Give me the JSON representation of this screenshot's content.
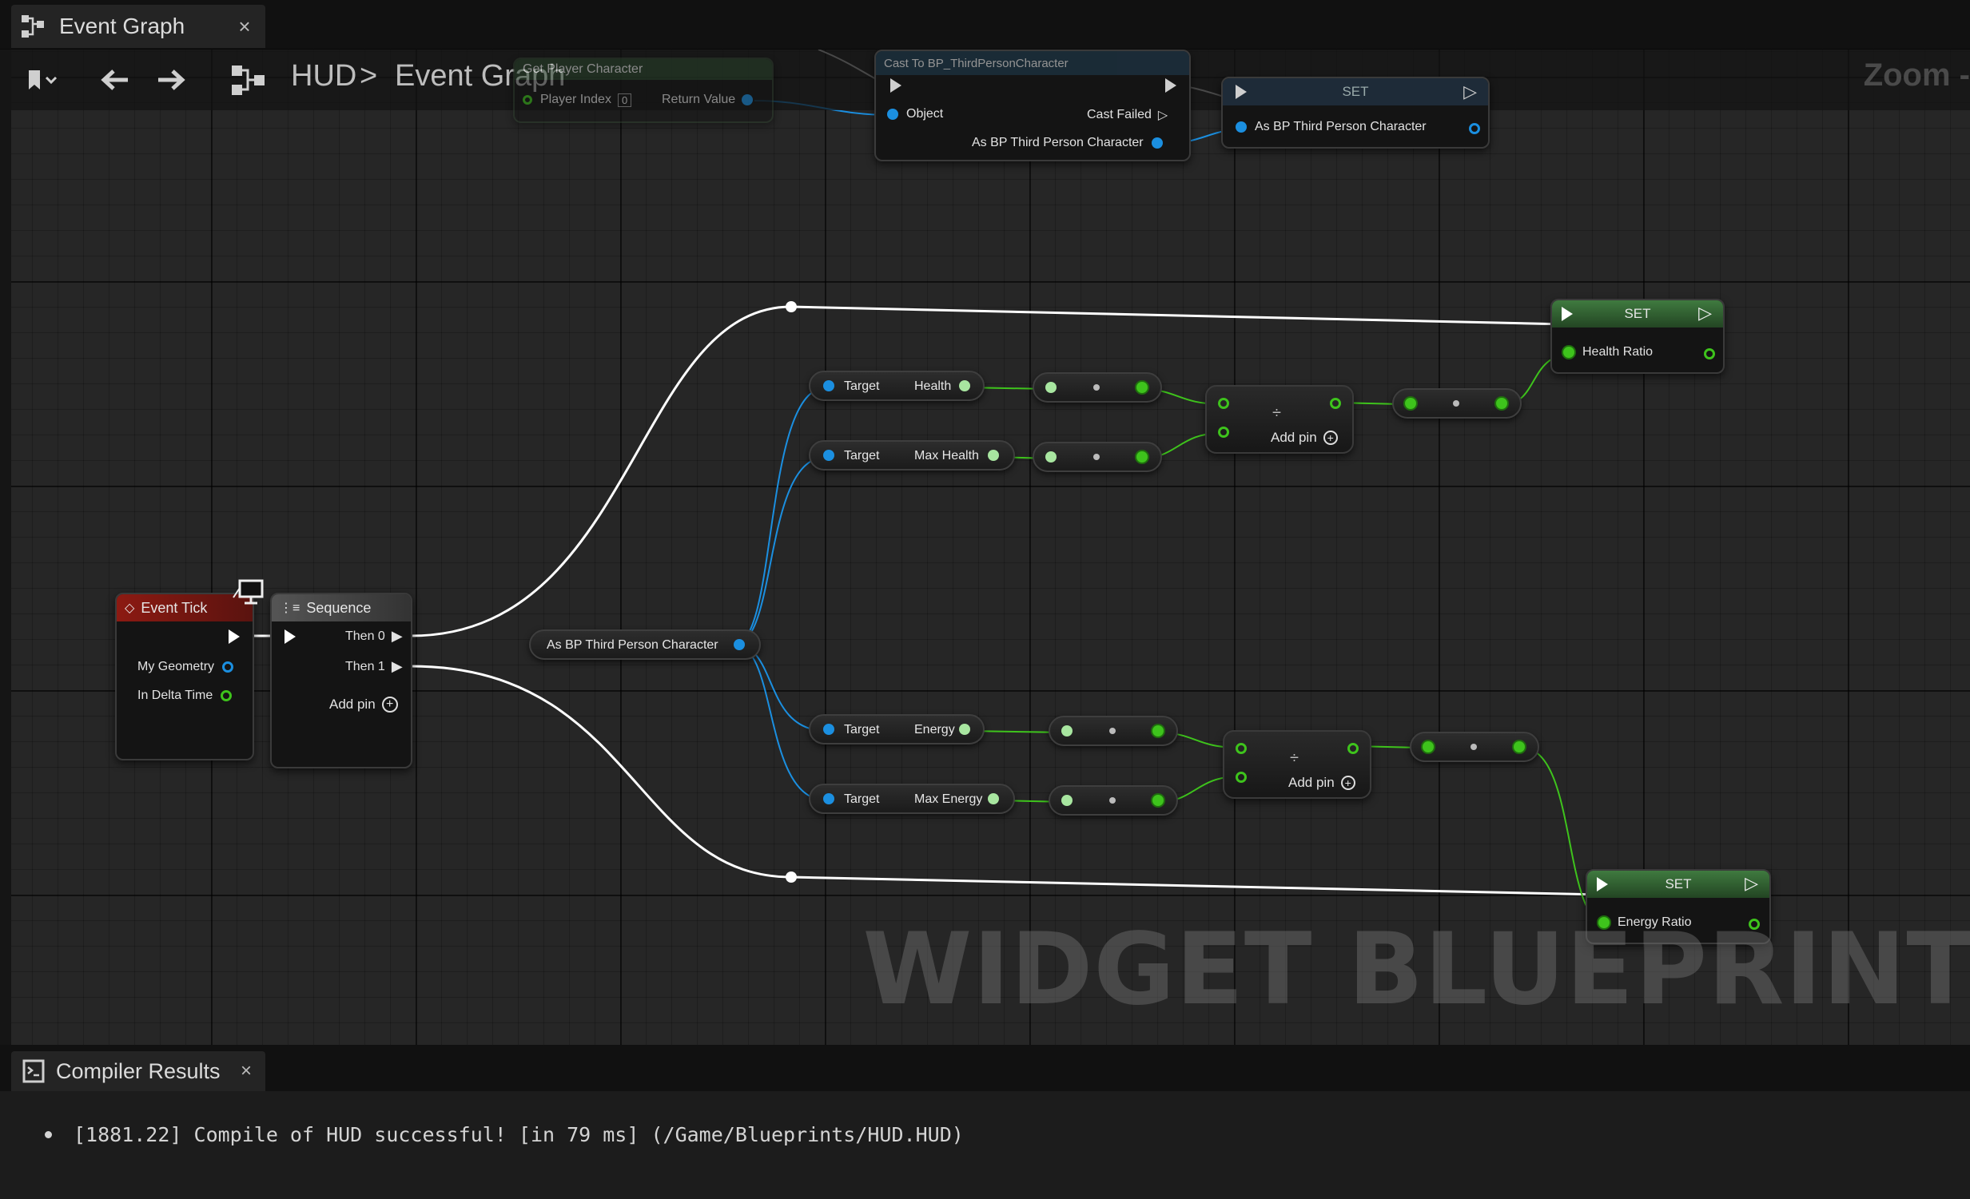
{
  "window": {
    "tab_label": "Event Graph",
    "tab_close": "×"
  },
  "toolbar": {
    "breadcrumb_root": "HUD",
    "breadcrumb_sep": ">",
    "breadcrumb_current": "Event Graph",
    "zoom_label": "Zoom -"
  },
  "graph": {
    "watermark": "WIDGET BLUEPRINT",
    "nodes": {
      "get_player_character": {
        "title": "Get Player Character",
        "player_index_label": "Player Index",
        "player_index_value": "0",
        "return_value_label": "Return Value"
      },
      "cast": {
        "title": "Cast To BP_ThirdPersonCharacter",
        "object_label": "Object",
        "cast_failed_label": "Cast Failed",
        "as_label": "As BP Third Person Character"
      },
      "set_top": {
        "title": "SET",
        "pin_label": "As BP Third Person Character"
      },
      "event_tick": {
        "title": "Event Tick",
        "my_geometry": "My Geometry",
        "in_delta_time": "In Delta Time"
      },
      "sequence": {
        "title": "Sequence",
        "then0": "Then 0",
        "then1": "Then 1",
        "add_pin": "Add pin"
      },
      "var_get": {
        "label": "As BP Third Person Character"
      },
      "get_health": {
        "target": "Target",
        "value": "Health"
      },
      "get_max_health": {
        "target": "Target",
        "value": "Max Health"
      },
      "get_energy": {
        "target": "Target",
        "value": "Energy"
      },
      "get_max_energy": {
        "target": "Target",
        "value": "Max Energy"
      },
      "divide_health": {
        "symbol": "÷",
        "add_pin": "Add pin"
      },
      "divide_energy": {
        "symbol": "÷",
        "add_pin": "Add pin"
      },
      "set_health": {
        "title": "SET",
        "pin_label": "Health Ratio"
      },
      "set_energy": {
        "title": "SET",
        "pin_label": "Energy Ratio"
      }
    }
  },
  "compiler": {
    "tab_label": "Compiler Results",
    "tab_close": "×",
    "message": "[1881.22] Compile of HUD successful! [in 79 ms] (/Game/Blueprints/HUD.HUD)"
  },
  "colors": {
    "exec_wire": "#ffffff",
    "object_wire": "#1b8fe0",
    "float_wire": "#3ec31c",
    "event_header": "#8c1a12",
    "set_header": "#2d6b2d",
    "cast_header": "#1f3b4e"
  },
  "icons": {
    "tab": "graph-icon",
    "bookmark": "bookmark-icon",
    "back": "arrow-left-icon",
    "forward": "arrow-right-icon",
    "graph_toggle": "graph-icon",
    "compiler": "compiler-log-icon",
    "event": "event-diamond-icon",
    "sequence": "sequence-icon",
    "monitor": "monitor-icon",
    "add": "plus-circle-icon"
  }
}
